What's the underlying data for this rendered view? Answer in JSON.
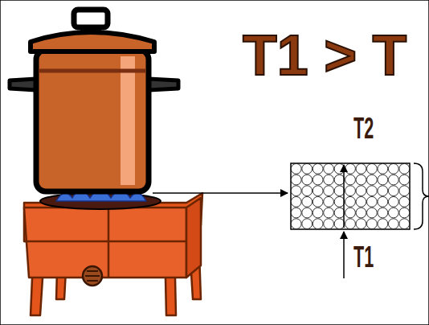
{
  "diagram": {
    "title": "T1 > T",
    "labels": [
      "T2",
      "T1"
    ]
  }
}
